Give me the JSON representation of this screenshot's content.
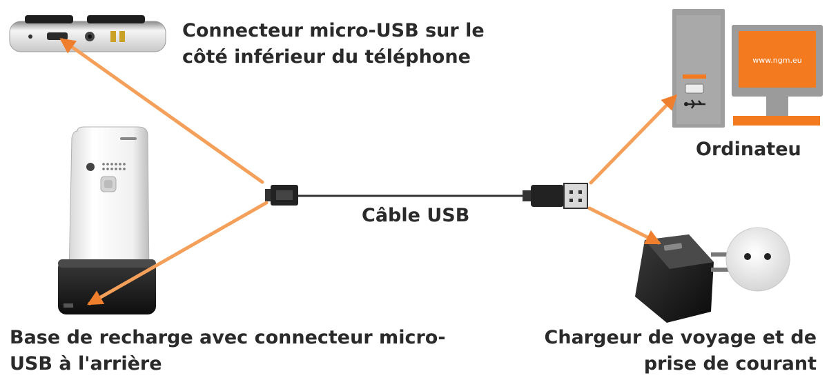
{
  "labels": {
    "phone_connector": [
      "Connecteur micro-USB sur le",
      "côté inférieur du téléphone"
    ],
    "cradle": [
      "Base de recharge avec connecteur micro-",
      "USB à l'arrière"
    ],
    "charger": [
      "Chargeur de voyage et de",
      "prise de courant"
    ],
    "computer": "Ordinateu",
    "cable": "Câble USB",
    "monitor_url": "www.ngm.eu"
  },
  "colors": {
    "arrow": "#f5a05a",
    "arrow_head": "#ef7f2c",
    "accent_orange": "#f47a1f",
    "text": "#2a2a2a",
    "cable": "#333333"
  },
  "icons": [
    "phone-bottom-edge-icon",
    "phone-back-icon",
    "charging-cradle-icon",
    "usb-cable-icon",
    "desktop-computer-icon",
    "travel-charger-icon",
    "wall-socket-icon"
  ]
}
